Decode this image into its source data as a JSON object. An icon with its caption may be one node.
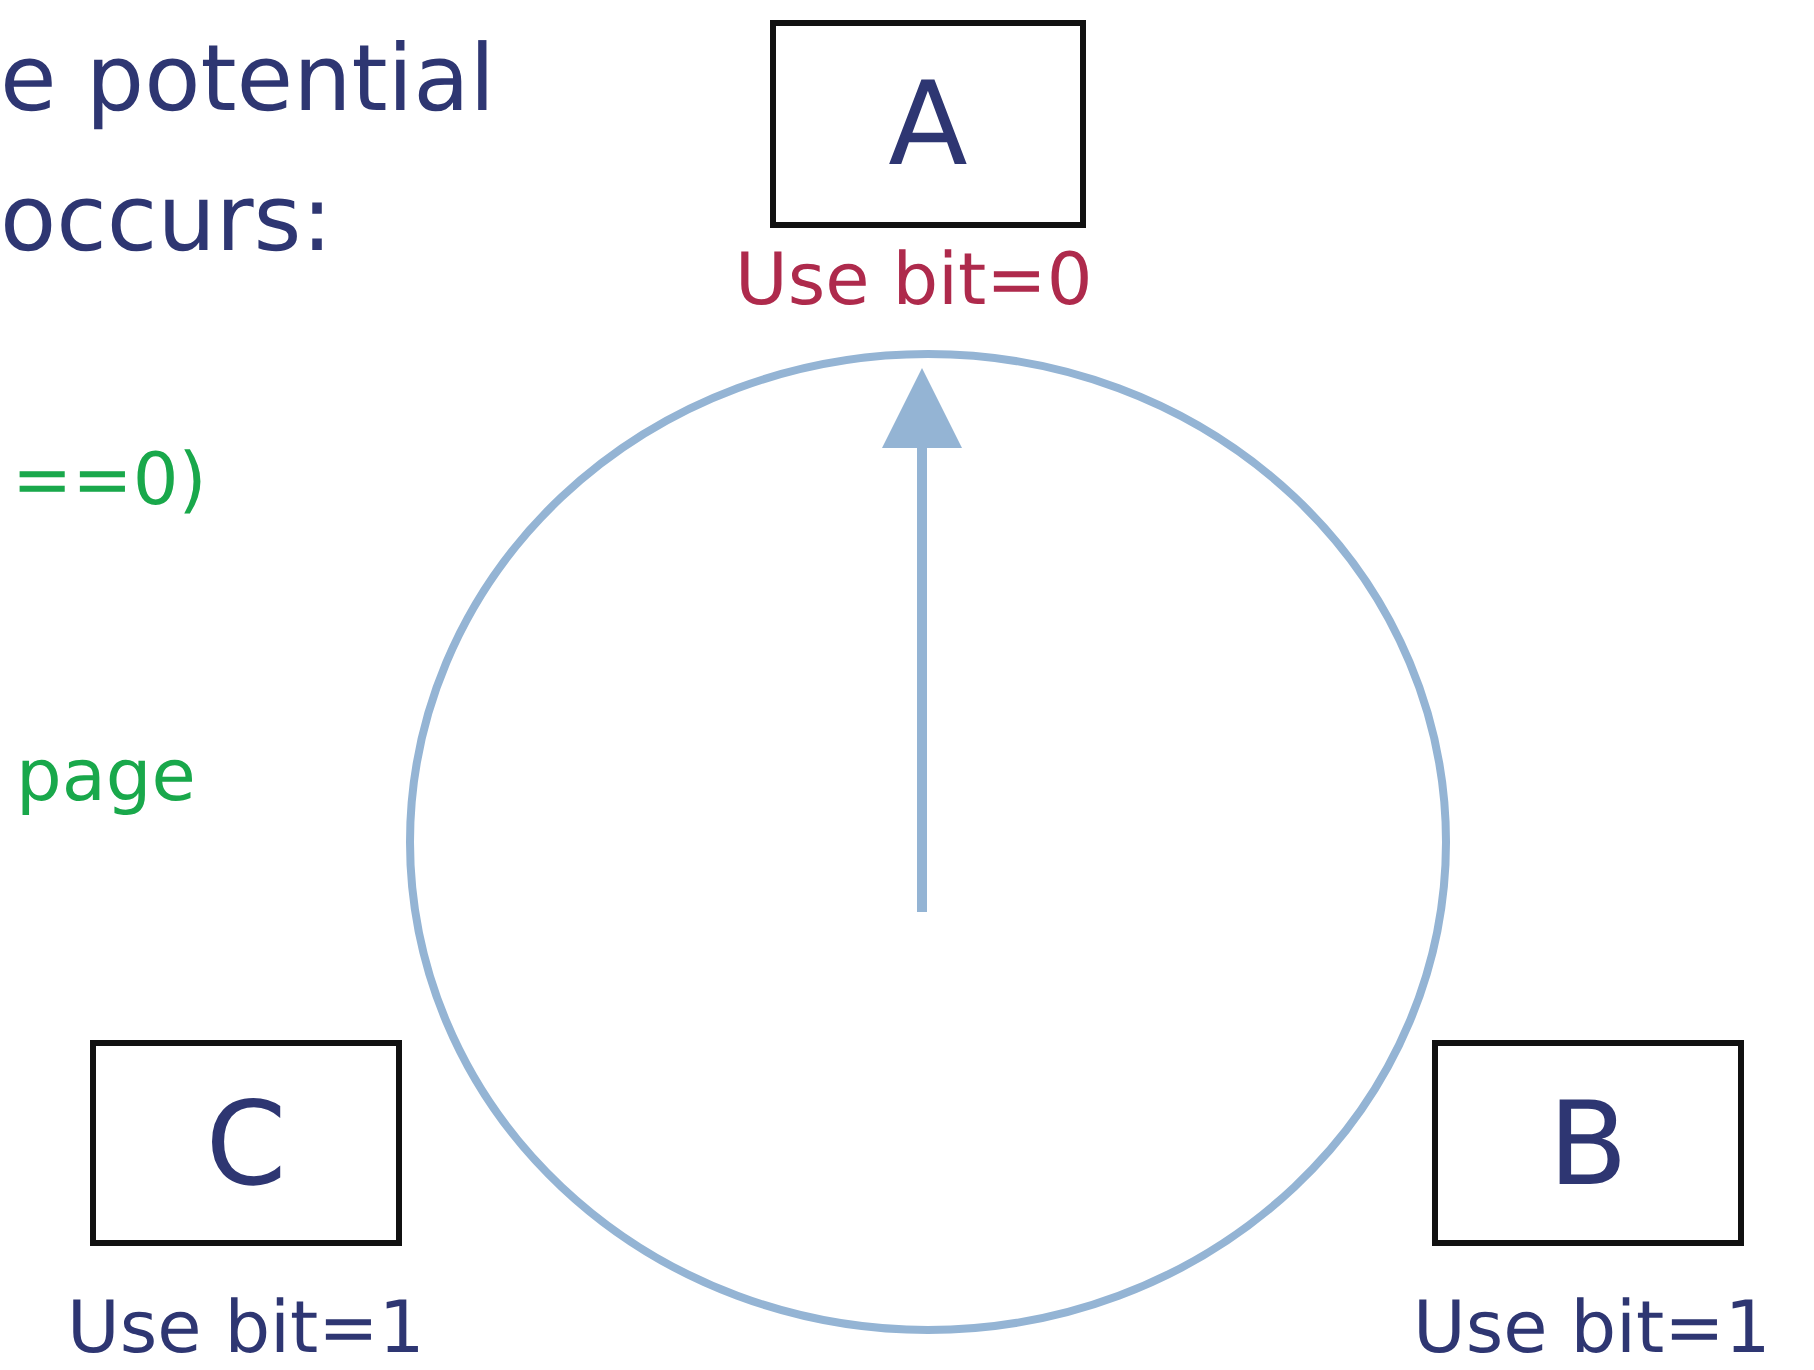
{
  "diagram": {
    "nodes": [
      {
        "text": [
          "A"
        ],
        "beside": [
          "Use bit=0"
        ]
      },
      {
        "text": [
          "B"
        ],
        "beside": [
          "Use bit=1"
        ]
      },
      {
        "text": [
          "C"
        ],
        "beside": [
          "Use bit=1"
        ]
      }
    ],
    "labels": [
      "e potential",
      "occurs:",
      "==0)",
      "page"
    ]
  }
}
